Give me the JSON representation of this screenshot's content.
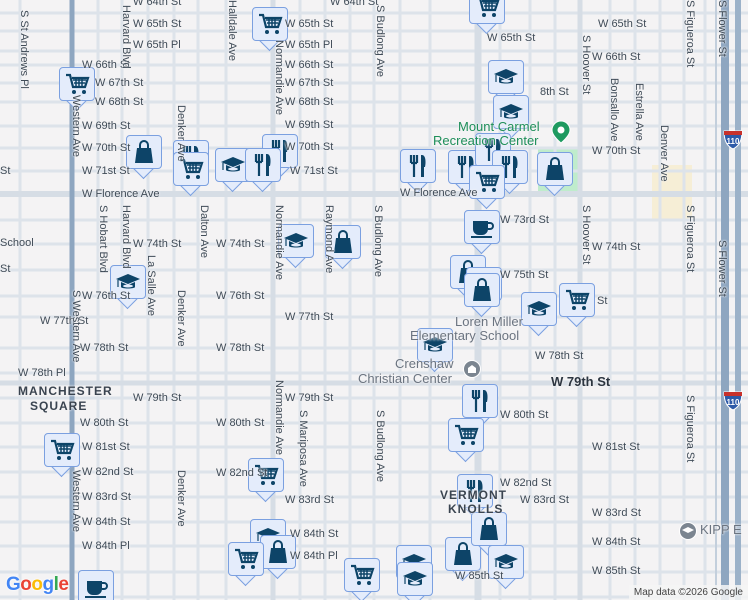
{
  "colors": {
    "background": "#f4f3f4",
    "road": "#dde3ea",
    "major_road": "#d3dae2",
    "highway": "#8ea6c0",
    "marker_fill": "#e4ecfb",
    "marker_border": "#7ba0e0",
    "marker_icon": "#0d4468",
    "park": "#a8e6bd",
    "park_label": "#1e8f5a"
  },
  "labels": [
    "W 64th St",
    "W 64th St",
    "W 65th St",
    "W 65th St",
    "W 65th St",
    "W 65th St",
    "W 65th Pl",
    "W 65th Pl",
    "W 66th St",
    "W 66th St",
    "W 66th St",
    "W 67th St",
    "W 67th St",
    "W 68th St",
    "W 68th St",
    "8th St",
    "W 69th St",
    "W 69th St",
    "W 70th St",
    "W 70th St",
    "W 70th St",
    "St",
    "W 71st St",
    "W 71st St",
    "W Florence Ave",
    "W Florence Ave",
    "W 73rd St",
    "School",
    "W 74th St",
    "W 74th St",
    "W 74th St",
    "St",
    "W 75th St",
    "W 76th St",
    "W 76th St",
    "St",
    "W 77th St",
    "W 77th St",
    "W 78th St",
    "W 78th St",
    "W 78th St",
    "W 78th Pl",
    "W 79th St",
    "W 79th St",
    "W 80th St",
    "W 80th St",
    "W 80th St",
    "W 81st St",
    "W 81st St",
    "W 82nd St",
    "W 82nd St",
    "W 82nd St",
    "W 83rd St",
    "W 83rd St",
    "W 83rd St",
    "W 83rd St",
    "W 84th St",
    "W 84th St",
    "W 84th St",
    "W 84th Pl",
    "W 84th Pl",
    "W 85th St",
    "W 85th St",
    "S St Andrews Pl",
    "Western Ave",
    "S Western Ave",
    "Western Ave",
    "Harvard Blvd",
    "Harvard Blvd",
    "S Hobart Blvd",
    "La Salle Ave",
    "Denker Ave",
    "Denker Ave",
    "Denker Ave",
    "Dalton Ave",
    "Halldale Ave",
    "Normandie Ave",
    "Normandie Ave",
    "Normandie Ave",
    "Raymond Ave",
    "S Budlong Ave",
    "S Budlong Ave",
    "S Budlong Ave",
    "S Mariposa Ave",
    "S Hoover St",
    "S Hoover St",
    "Bonsallo Ave",
    "Estrella Ave",
    "Denver Ave",
    "S Figueroa St",
    "S Figueroa St",
    "S Figueroa St",
    "S Flower St",
    "S Flower St"
  ],
  "big_labels": [
    "W 79th St"
  ],
  "places": {
    "park_line1": "Mount Carmel",
    "park_line2": "Recreation Center",
    "school_line1": "Loren Miller",
    "school_line2": "Elementary School",
    "church_line1": "Crenshaw",
    "church_line2": "Christian Center",
    "kipp": "KIPP E",
    "neighborhood1_line1": "MANCHESTER",
    "neighborhood1_line2": "SQUARE",
    "neighborhood2_line1": "VERMONT",
    "neighborhood2_line2": "KNOLLS"
  },
  "highway_shields": [
    "110",
    "110"
  ],
  "markers": [
    {
      "type": "shopping-cart"
    },
    {
      "type": "shopping-cart"
    },
    {
      "type": "shopping-cart"
    },
    {
      "type": "shopping-bag"
    },
    {
      "type": "restaurant"
    },
    {
      "type": "shopping-cart"
    },
    {
      "type": "school"
    },
    {
      "type": "restaurant"
    },
    {
      "type": "restaurant"
    },
    {
      "type": "school"
    },
    {
      "type": "shopping-bag"
    },
    {
      "type": "school"
    },
    {
      "type": "school"
    },
    {
      "type": "school"
    },
    {
      "type": "restaurant"
    },
    {
      "type": "restaurant"
    },
    {
      "type": "restaurant"
    },
    {
      "type": "restaurant"
    },
    {
      "type": "shopping-cart"
    },
    {
      "type": "shopping-bag"
    },
    {
      "type": "cafe"
    },
    {
      "type": "shopping-bag"
    },
    {
      "type": "restaurant"
    },
    {
      "type": "shopping-bag"
    },
    {
      "type": "school"
    },
    {
      "type": "shopping-cart"
    },
    {
      "type": "school"
    },
    {
      "type": "restaurant"
    },
    {
      "type": "shopping-cart"
    },
    {
      "type": "restaurant"
    },
    {
      "type": "shopping-cart"
    },
    {
      "type": "shopping-cart"
    },
    {
      "type": "school"
    },
    {
      "type": "shopping-bag"
    },
    {
      "type": "shopping-cart"
    },
    {
      "type": "shopping-cart"
    },
    {
      "type": "school"
    },
    {
      "type": "school"
    },
    {
      "type": "shopping-bag"
    },
    {
      "type": "shopping-bag"
    },
    {
      "type": "school"
    },
    {
      "type": "cafe"
    }
  ],
  "footer": {
    "logo": "Google",
    "attribution": "Map data ©2026 Google"
  }
}
